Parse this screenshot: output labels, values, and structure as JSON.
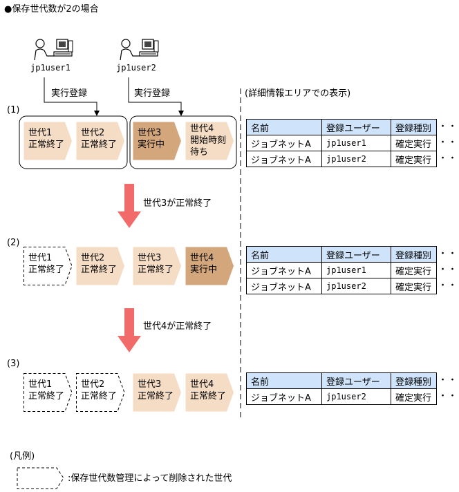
{
  "title": "●保存世代数が2の場合",
  "users": [
    {
      "name": "jp1user1",
      "action": "実行登録"
    },
    {
      "name": "jp1user2",
      "action": "実行登録"
    }
  ],
  "detail_header": "(詳細情報エリアでの表示)",
  "stages": [
    {
      "label": "(1)",
      "generations": [
        {
          "lines": [
            "世代1",
            "正常終了"
          ],
          "state": "done"
        },
        {
          "lines": [
            "世代2",
            "正常終了"
          ],
          "state": "done"
        },
        {
          "lines": [
            "世代3",
            "実行中"
          ],
          "state": "running"
        },
        {
          "lines": [
            "世代4",
            "開始時刻",
            "待ち"
          ],
          "state": "done"
        }
      ],
      "table": {
        "headers": [
          "名前",
          "登録ユーザー",
          "登録種別"
        ],
        "rows": [
          [
            "ジョブネットA",
            "jp1user1",
            "確定実行"
          ],
          [
            "ジョブネットA",
            "jp1user2",
            "確定実行"
          ]
        ]
      }
    },
    {
      "label": "(2)",
      "transition": "世代3が正常終了",
      "generations": [
        {
          "lines": [
            "世代1",
            "正常終了"
          ],
          "state": "deleted"
        },
        {
          "lines": [
            "世代2",
            "正常終了"
          ],
          "state": "done"
        },
        {
          "lines": [
            "世代3",
            "正常終了"
          ],
          "state": "done"
        },
        {
          "lines": [
            "世代4",
            "実行中"
          ],
          "state": "running"
        }
      ],
      "table": {
        "headers": [
          "名前",
          "登録ユーザー",
          "登録種別"
        ],
        "rows": [
          [
            "ジョブネットA",
            "jp1user1",
            "確定実行"
          ],
          [
            "ジョブネットA",
            "jp1user2",
            "確定実行"
          ]
        ]
      }
    },
    {
      "label": "(3)",
      "transition": "世代4が正常終了",
      "generations": [
        {
          "lines": [
            "世代1",
            "正常終了"
          ],
          "state": "deleted"
        },
        {
          "lines": [
            "世代2",
            "正常終了"
          ],
          "state": "deleted"
        },
        {
          "lines": [
            "世代3",
            "正常終了"
          ],
          "state": "done"
        },
        {
          "lines": [
            "世代4",
            "正常終了"
          ],
          "state": "done"
        }
      ],
      "table": {
        "headers": [
          "名前",
          "登録ユーザー",
          "登録種別"
        ],
        "rows": [
          [
            "ジョブネットA",
            "jp1user2",
            "確定実行"
          ]
        ]
      }
    }
  ],
  "table_more": "・・・",
  "legend": {
    "title": "(凡例)",
    "desc": ":保存世代数管理によって削除された世代"
  },
  "colors": {
    "done_fill": "#f5dcc4",
    "running_fill": "#d4a67c",
    "arrow": "#f26b6b",
    "table_header": "#cfe4fb"
  }
}
